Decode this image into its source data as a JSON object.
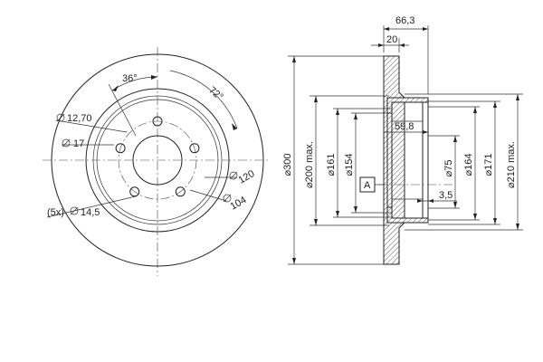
{
  "front_view": {
    "angle_pcd": "36°",
    "angle_vent": "72°",
    "dia_12_70": "12,70",
    "dia_17": "17",
    "hole_count": "(5x)",
    "dia_14_5": "14,5",
    "dia_120": "120",
    "dia_104": "104",
    "dia_symbol": "⌀"
  },
  "section_view": {
    "width_66_3": "66,3",
    "width_20": "20",
    "dim_59_8": "59,8",
    "dim_3_5": "3,5",
    "datum_label": "A",
    "dia_300": "⌀300",
    "dia_200_max": "⌀200 max.",
    "dia_161": "⌀161",
    "dia_154": "⌀154",
    "dia_75": "⌀75",
    "dia_164": "⌀164",
    "dia_171": "⌀171",
    "dia_210_max": "⌀210 max."
  }
}
